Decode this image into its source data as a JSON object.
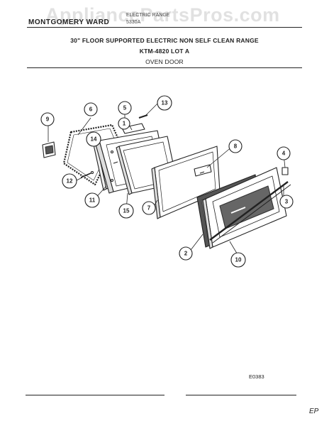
{
  "header": {
    "manufacturer": "MONTGOMERY WARD",
    "line1": "ELECTRIC RANGE",
    "line2": "5330A"
  },
  "title": {
    "line1": "30\" FLOOR SUPPORTED ELECTRIC NON SELF CLEAN RANGE",
    "line2": "KTM-4820 LOT A",
    "line3": "OVEN  DOOR"
  },
  "watermark": "AppliancePartsPros.com",
  "drawing_code": "E0383",
  "corner_mark": "EP",
  "callouts": [
    "1",
    "2",
    "3",
    "4",
    "5",
    "6",
    "7",
    "8",
    "9",
    "10",
    "11",
    "12",
    "13",
    "14",
    "15"
  ]
}
